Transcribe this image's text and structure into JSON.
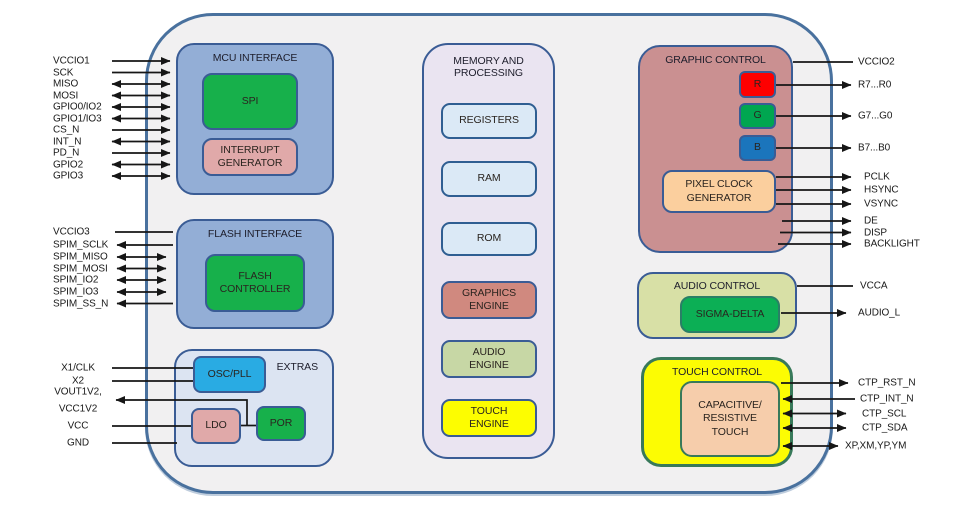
{
  "blocks": {
    "mcu_interface": {
      "title": "MCU INTERFACE",
      "spi": "SPI",
      "interrupt_generator": "INTERRUPT GENERATOR"
    },
    "flash_interface": {
      "title": "FLASH INTERFACE",
      "flash_controller": "FLASH CONTROLLER"
    },
    "extras": {
      "title": "EXTRAS",
      "osc_pll": "OSC/PLL",
      "ldo": "LDO",
      "por": "POR"
    },
    "memory": {
      "title": "MEMORY AND PROCESSING",
      "registers": "REGISTERS",
      "ram": "RAM",
      "rom": "ROM",
      "graphics_engine": "GRAPHICS ENGINE",
      "audio_engine": "AUDIO ENGINE",
      "touch_engine": "TOUCH ENGINE"
    },
    "graphic_control": {
      "title": "GRAPHIC CONTROL",
      "r": "R",
      "g": "G",
      "b": "B",
      "pixel_clock_generator": "PIXEL CLOCK GENERATOR"
    },
    "audio_control": {
      "title": "AUDIO CONTROL",
      "sigma_delta": "SIGMA-DELTA"
    },
    "touch_control": {
      "title": "TOUCH CONTROL",
      "capacitive_resistive_touch": "CAPACITIVE/ RESISTIVE TOUCH"
    }
  },
  "signals": {
    "mcu": [
      {
        "label": "VCCIO1",
        "dir": "in"
      },
      {
        "label": "SCK",
        "dir": "in"
      },
      {
        "label": "MISO",
        "dir": "bidi"
      },
      {
        "label": "MOSI",
        "dir": "bidi"
      },
      {
        "label": "GPIO0/IO2",
        "dir": "bidi"
      },
      {
        "label": "GPIO1/IO3",
        "dir": "bidi"
      },
      {
        "label": "CS_N",
        "dir": "in"
      },
      {
        "label": "INT_N",
        "dir": "bidi"
      },
      {
        "label": "PD_N",
        "dir": "in"
      },
      {
        "label": "GPIO2",
        "dir": "bidi"
      },
      {
        "label": "GPIO3",
        "dir": "bidi"
      }
    ],
    "flash": [
      {
        "label": "VCCIO3",
        "dir": "in"
      },
      {
        "label": "SPIM_SCLK",
        "dir": "out"
      },
      {
        "label": "SPIM_MISO",
        "dir": "bidi"
      },
      {
        "label": "SPIM_MOSI",
        "dir": "bidi"
      },
      {
        "label": "SPIM_IO2",
        "dir": "bidi"
      },
      {
        "label": "SPIM_IO3",
        "dir": "bidi"
      },
      {
        "label": "SPIM_SS_N",
        "dir": "out"
      }
    ],
    "extras": [
      {
        "label": "X1/CLK",
        "dir": "in"
      },
      {
        "label": "X2",
        "dir": "in"
      },
      {
        "label": "VOUT1V2,",
        "dir": "out"
      },
      {
        "label": "VCC1V2",
        "dir": "out"
      },
      {
        "label": "VCC",
        "dir": "in"
      },
      {
        "label": "GND",
        "dir": "in"
      }
    ],
    "graphic": [
      {
        "label": "VCCIO2",
        "dir": "in"
      },
      {
        "label": "R7...R0",
        "dir": "out"
      },
      {
        "label": "G7...G0",
        "dir": "out"
      },
      {
        "label": "B7...B0",
        "dir": "out"
      },
      {
        "label": "PCLK",
        "dir": "out"
      },
      {
        "label": "HSYNC",
        "dir": "out"
      },
      {
        "label": "VSYNC",
        "dir": "out"
      },
      {
        "label": "DE",
        "dir": "out"
      },
      {
        "label": "DISP",
        "dir": "out"
      },
      {
        "label": "BACKLIGHT",
        "dir": "out"
      }
    ],
    "audio": [
      {
        "label": "VCCA",
        "dir": "in"
      },
      {
        "label": "AUDIO_L",
        "dir": "out"
      }
    ],
    "touch": [
      {
        "label": "CTP_RST_N",
        "dir": "out"
      },
      {
        "label": "CTP_INT_N",
        "dir": "in"
      },
      {
        "label": "CTP_SCL",
        "dir": "bidi"
      },
      {
        "label": "CTP_SDA",
        "dir": "bidi"
      },
      {
        "label": "XP,XM,YP,YM",
        "dir": "bidi"
      }
    ]
  },
  "colors": {
    "chip_body": "#f1f0f1",
    "chip_border": "#49719e",
    "panel_blue": "#93aed6",
    "panel_border": "#3a5c95",
    "green": "#17b04b",
    "pink": "#e0a9a9",
    "cyan_blue": "#29abe3",
    "extras_panel": "#dce4f2",
    "memory_panel": "#eae4f1",
    "memory_item_blue": "#dbe9f6",
    "salmon": "#d0897f",
    "sage": "#c7d7a5",
    "yellow": "#fdfd00",
    "graphic_panel": "#ca9091",
    "red": "#fe0000",
    "rgb_green": "#00a650",
    "rgb_blue": "#1b75bc",
    "peach": "#fbcf9e",
    "audio_panel": "#d8e0a6",
    "sigma_green": "#0caf55",
    "touch_border_green": "#38795a",
    "cap_res_peach": "#f6cdab",
    "wire": "#161616"
  }
}
